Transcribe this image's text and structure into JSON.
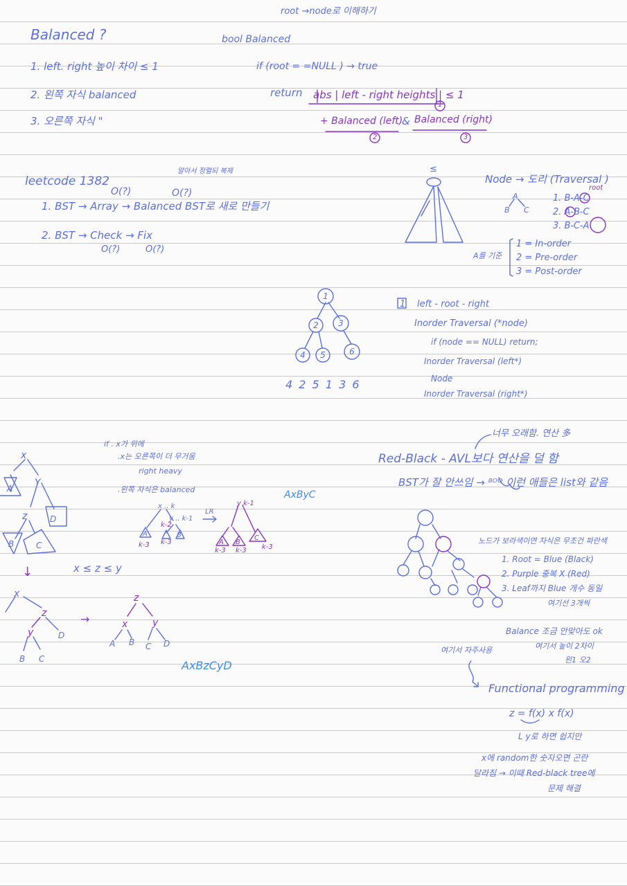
{
  "header": {
    "title": "root →node로 이해하기"
  },
  "balanced": {
    "heading": "Balanced ?",
    "rules": [
      "1. left. right 높이 차이 ≤ 1",
      "2. 왼쪽 자식 balanced",
      "3. 오른쪽 자식 \""
    ]
  },
  "code": {
    "signature": "bool Balanced",
    "if_line": "if (root = =NULL ) → true",
    "return_prefix": "return",
    "return_expr": "abs | left - right heights | ≤ 1",
    "and_left": "+ Balanced (left)",
    "and_mid": "&",
    "and_right": "Balanced (right)",
    "markers": [
      "1",
      "2",
      "3"
    ]
  },
  "leetcode": {
    "title": "leetcode 1382",
    "note": "알아서 정렬되 복제",
    "cost1": "O(?)",
    "cost2": "O(?)",
    "step1": "1. BST → Array → Balanced BST로 새로 만들기",
    "step2": "2. BST → Check → Fix",
    "cost3": "O(?)",
    "cost4": "O(?)"
  },
  "traversal": {
    "top_mark": "≤",
    "title": "Node → 도리 (Traversal )",
    "root_label": "root",
    "node_a": "A",
    "node_b": "B",
    "node_c": "C",
    "orders": [
      "1. B-A-C",
      "2. A-B-C",
      "3. B-C-A"
    ],
    "bracket_label": "A를 기준",
    "kinds": [
      "1 = In-order",
      "2 = Pre-order",
      "3 = Post-order"
    ]
  },
  "inorder_tree": {
    "nodes": [
      "1",
      "2",
      "3",
      "4",
      "5",
      "6"
    ],
    "result": "4 2 5 1 3 6"
  },
  "inorder_code": {
    "box": "1",
    "lines": [
      "left - root - right",
      "Inorder Traversal (*node)",
      "if (node == NULL) return;",
      "Inorder Traversal (left*)",
      "Node",
      "Inorder Traversal (right*)"
    ]
  },
  "rotation": {
    "notes": [
      "if . x가 위에",
      ".x는 오른쪽이 더 무거움",
      "right heavy",
      ".왼쪽 자식은 balanced"
    ],
    "tree1": {
      "x": "x",
      "y": "Y",
      "z": "z",
      "a": "A",
      "b": "B",
      "c": "C",
      "d": "D"
    },
    "mini_labels": [
      "x .. k",
      "y .. k-1",
      "k-3",
      "k-2",
      "k-3",
      "A",
      "B"
    ],
    "lr": "LR",
    "mini2_labels": [
      "y k-1",
      "A",
      "B",
      "C",
      "k-3",
      "k-3",
      "k-3"
    ],
    "order1": "AxByC",
    "ineq": "x ≤ z ≤ y",
    "arrow_down": "↓",
    "tree2": {
      "x": "x",
      "z": "z",
      "y": "y",
      "b": "B",
      "c": "C",
      "d": "D"
    },
    "arrow_right": "→",
    "tree3": {
      "z": "z",
      "x": "x",
      "y": "y",
      "a": "A",
      "b": "B",
      "c": "C",
      "d": "D"
    },
    "order2": "AxBzCyD"
  },
  "redblack": {
    "annotation": "너무 오래함. 연산 多",
    "title": "Red-Black - AVL보다 연산을 덜 함",
    "bst_line": "BST가 잘 안쓰임 → ⁸ᴼᴼ 이런 애들은 list와 같음",
    "rules_intro": "노드가 보라색이면 자식은 무조건 파란색",
    "rules": [
      "1. Root = Blue (Black)",
      "2. Purple 중복 X (Red)",
      "3. Leaf까지 Blue 개수 동일"
    ],
    "rules_note": "여기선 3개씩",
    "balance_note": [
      "Balance 조금 안맞아도 ok",
      "여기서 높이 2차이",
      "왼1 오2"
    ],
    "usage": "여기서 자주사용",
    "fp": "Functional programming",
    "formula": "z = f(x) x f(x)",
    "formula_note": "L y로 하면 쉽지만",
    "random": [
      "x에 random한 숫자오면 곤란",
      "달라짐 → 이때 Red-black tree에",
      "문제 해결"
    ]
  },
  "colors": {
    "ink": "#5b6fe0",
    "purple": "#8a33c9",
    "light_blue": "#3f8cf0",
    "rule": "#c9c9c9"
  }
}
